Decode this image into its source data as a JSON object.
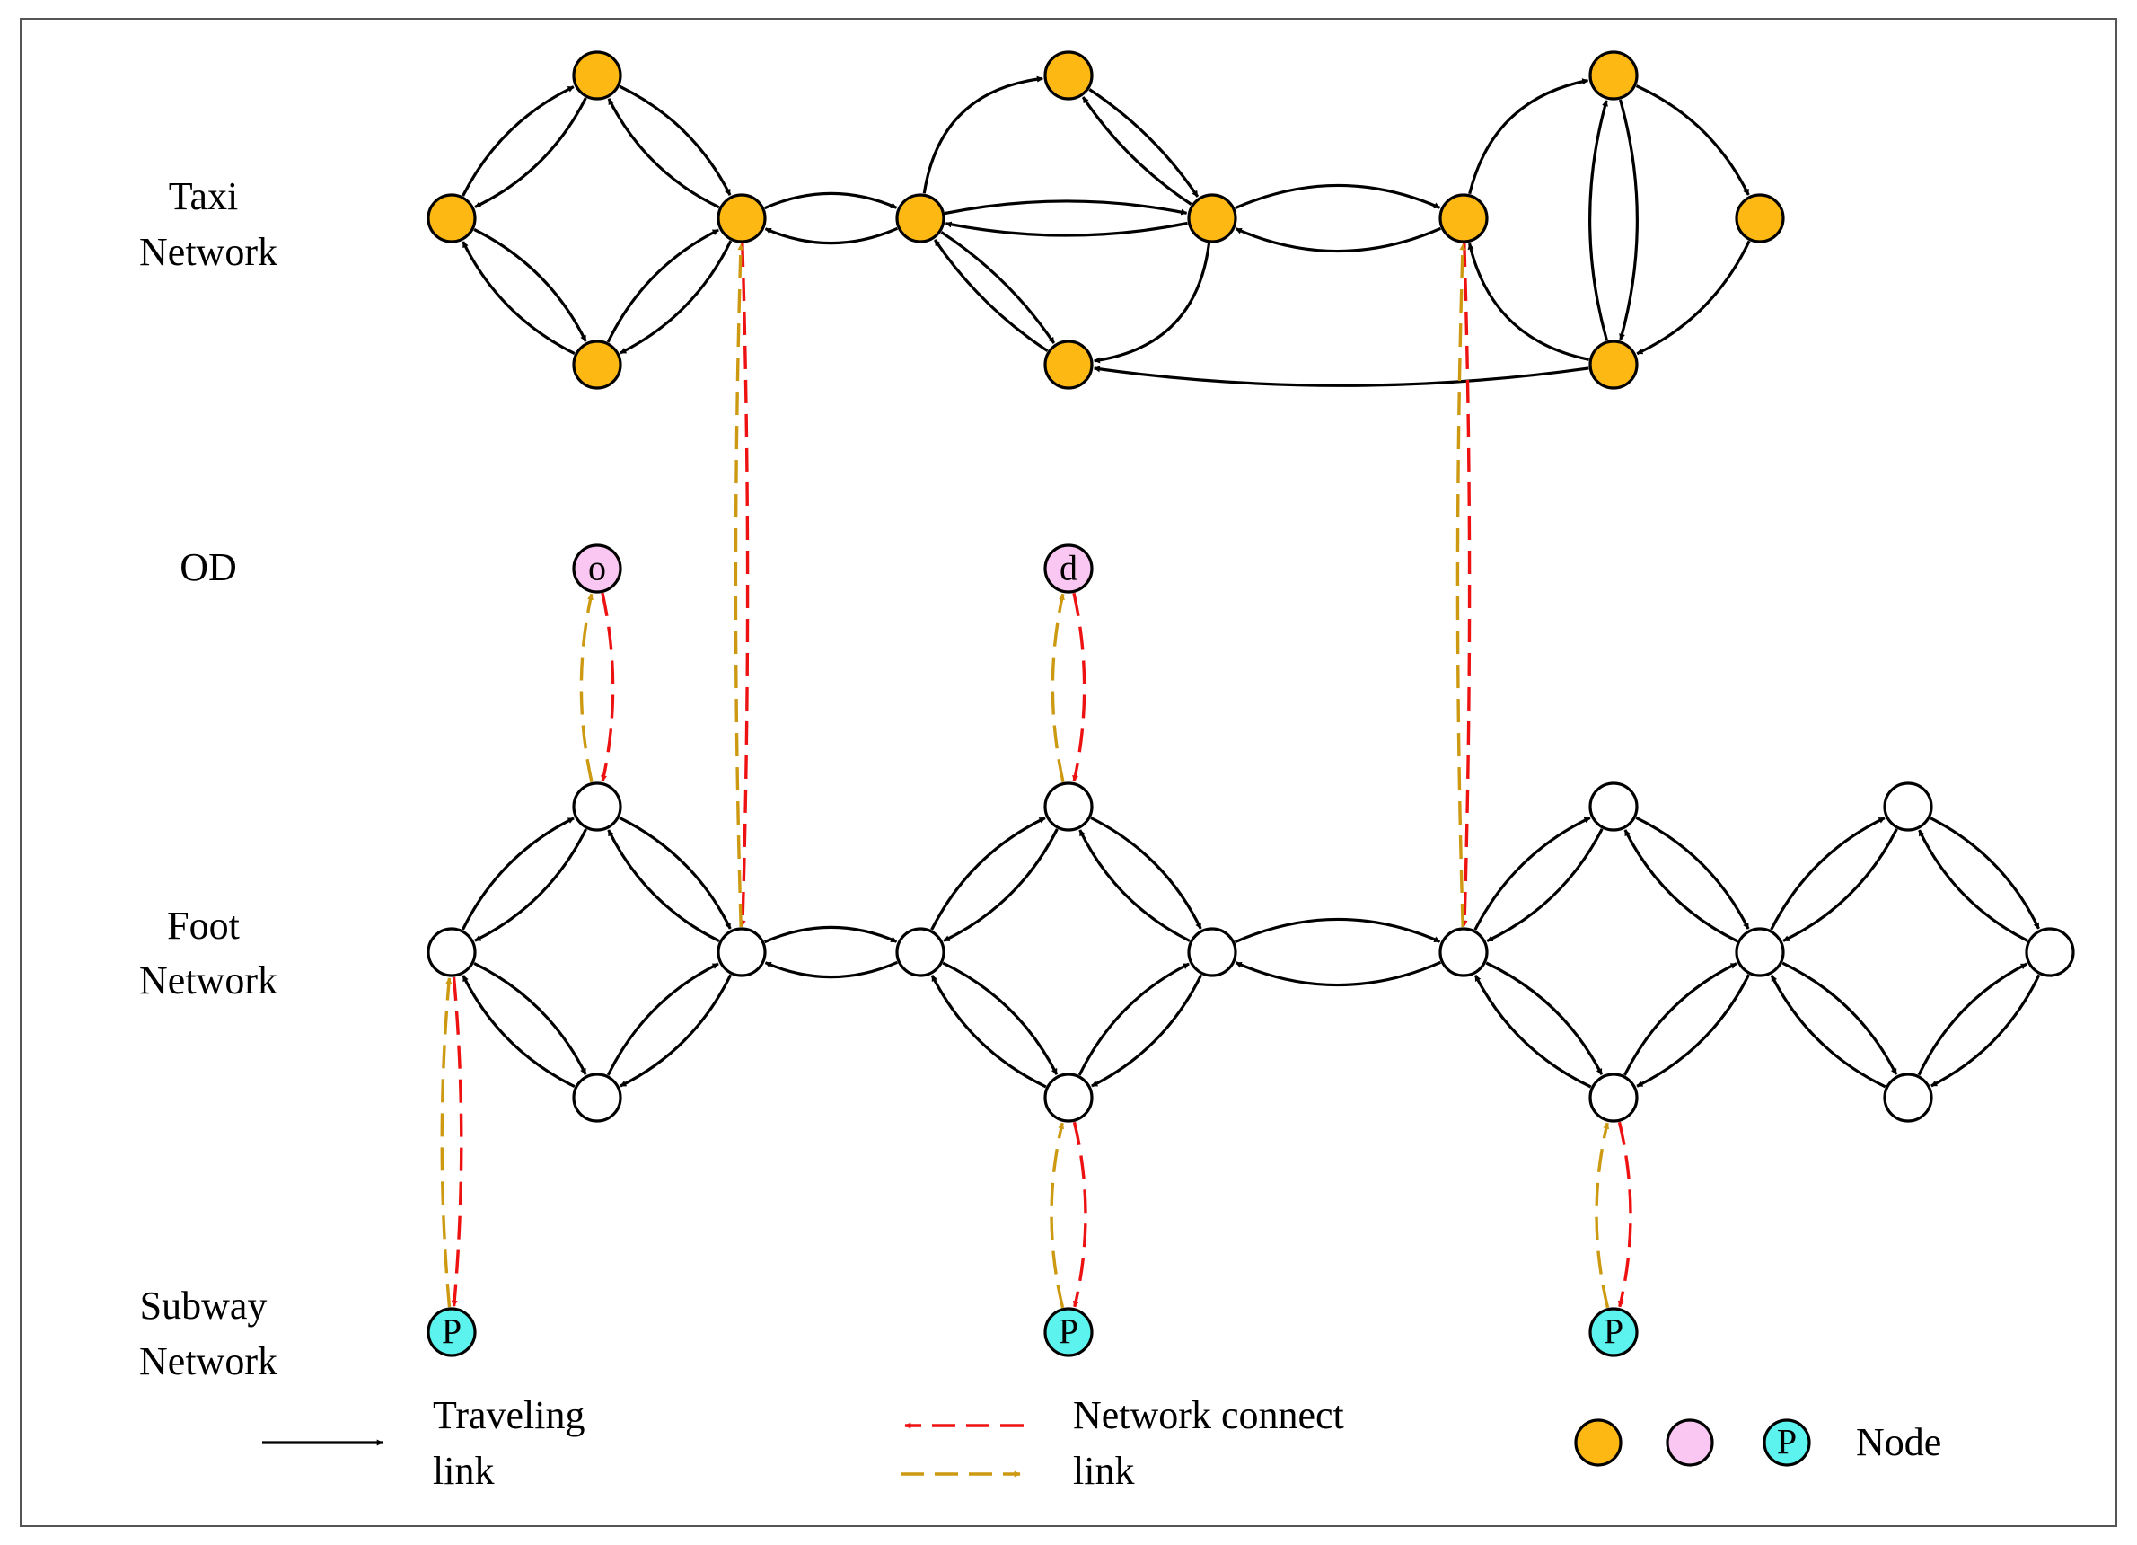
{
  "colors": {
    "taxi_node": "#FDB813",
    "od_node": "#F9C7F1",
    "subway_node": "#5CF2EE",
    "foot_node": "#FFFFFF",
    "traveling_link": "#000000",
    "connect_link_down": "#EE1111",
    "connect_link_up": "#CC9911"
  },
  "layers": {
    "taxi": [
      "Taxi",
      "Network"
    ],
    "od": [
      "OD"
    ],
    "foot": [
      "Foot",
      "Network"
    ],
    "subway": [
      "Subway",
      "Network"
    ]
  },
  "node_letters": {
    "origin": "o",
    "destination": "d",
    "subway": "P"
  },
  "legend": {
    "traveling": [
      "Traveling",
      "link"
    ],
    "connect": [
      "Network connect",
      "link"
    ],
    "node": "Node",
    "node_icons": [
      "taxi-node-icon",
      "od-node-icon",
      "subway-node-icon"
    ]
  }
}
